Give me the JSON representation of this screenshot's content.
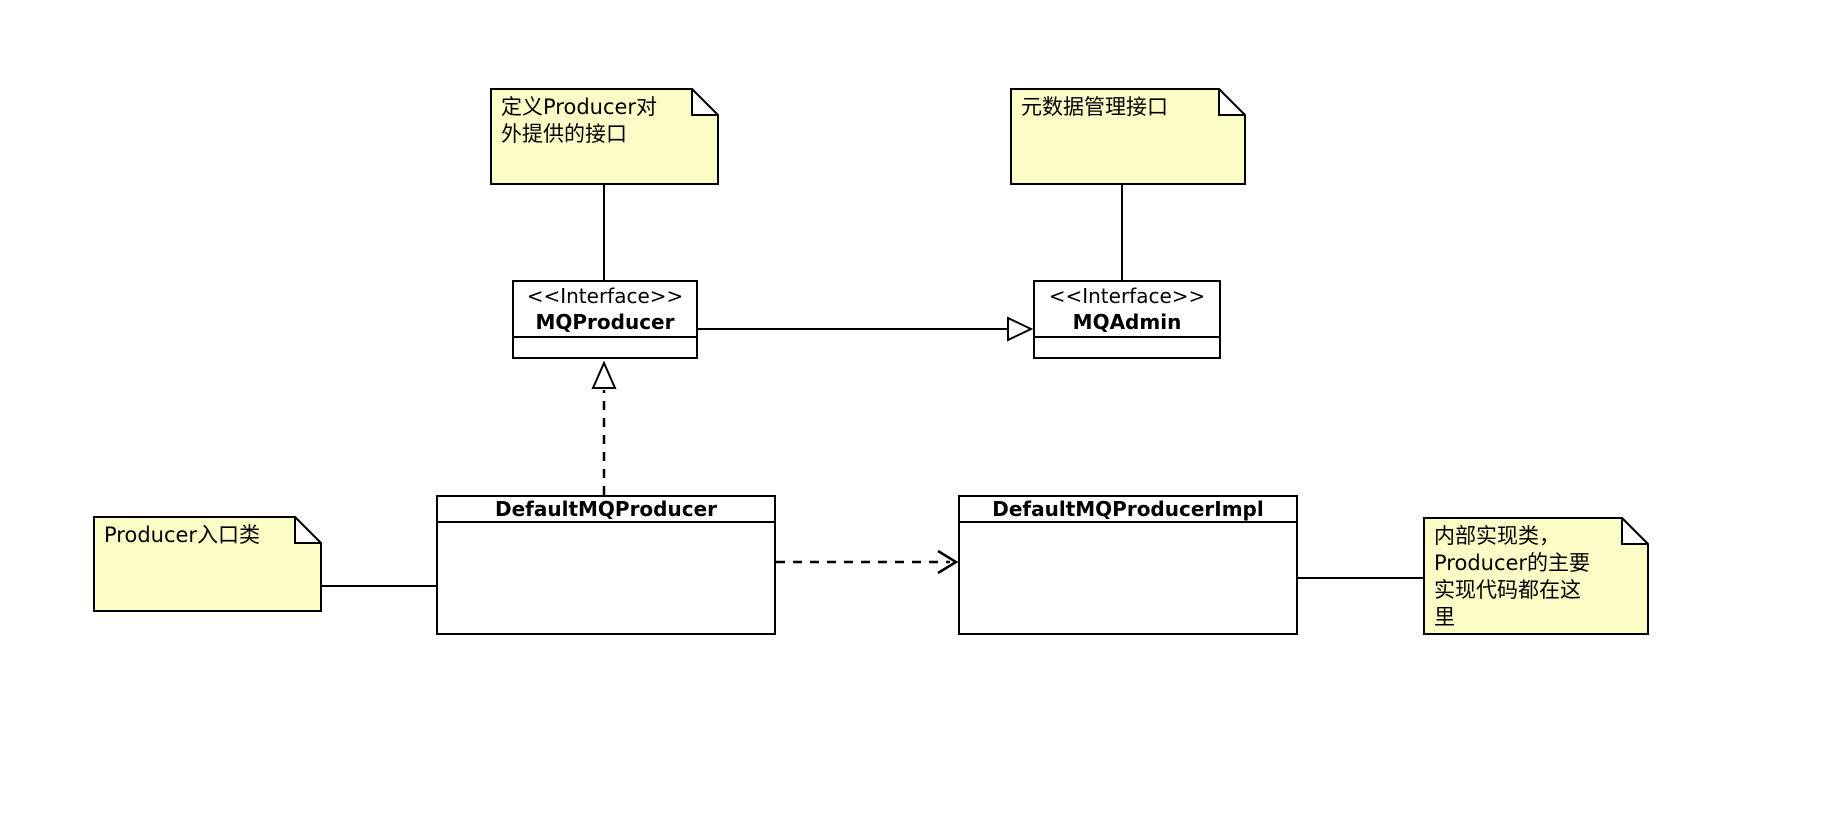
{
  "diagram": {
    "type": "uml-class-diagram",
    "colors": {
      "background": "#ffffff",
      "note_fill": "#fcfcc6",
      "stroke": "#000000"
    },
    "notes": {
      "top_left": "定义Producer对\n外提供的接口",
      "top_right": "元数据管理接口",
      "bottom_left": "Producer入口类",
      "bottom_right": "内部实现类，\nProducer的主要\n实现代码都在这\n里"
    },
    "nodes": {
      "mqproducer": {
        "stereotype": "<<Interface>>",
        "name": "MQProducer"
      },
      "mqadmin": {
        "stereotype": "<<Interface>>",
        "name": "MQAdmin"
      },
      "default_mq_producer": {
        "name": "DefaultMQProducer"
      },
      "default_mq_producer_impl": {
        "name": "DefaultMQProducerImpl"
      }
    },
    "relationships": [
      {
        "from": "MQProducer",
        "to": "MQAdmin",
        "type": "generalization",
        "line": "solid",
        "arrow": "hollow-triangle"
      },
      {
        "from": "DefaultMQProducer",
        "to": "MQProducer",
        "type": "realization",
        "line": "dashed",
        "arrow": "hollow-triangle"
      },
      {
        "from": "DefaultMQProducer",
        "to": "DefaultMQProducerImpl",
        "type": "dependency",
        "line": "dashed",
        "arrow": "open"
      },
      {
        "from": "note_top_left",
        "to": "MQProducer",
        "type": "note-anchor",
        "line": "solid",
        "arrow": "none"
      },
      {
        "from": "note_top_right",
        "to": "MQAdmin",
        "type": "note-anchor",
        "line": "solid",
        "arrow": "none"
      },
      {
        "from": "note_bottom_left",
        "to": "DefaultMQProducer",
        "type": "note-anchor",
        "line": "solid",
        "arrow": "none"
      },
      {
        "from": "DefaultMQProducerImpl",
        "to": "note_bottom_right",
        "type": "note-anchor",
        "line": "solid",
        "arrow": "none"
      }
    ]
  }
}
